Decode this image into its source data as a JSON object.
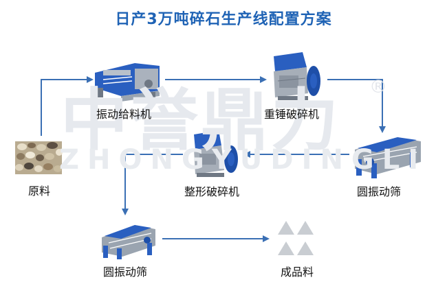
{
  "title": "日产3万吨碎石生产线配置方案",
  "watermark": {
    "cn": "中誉鼎力",
    "en": "ZHONGYUDINGLI",
    "mark": "®"
  },
  "nodes": {
    "raw": "原料",
    "feeder": "振动给料机",
    "hammer": "重锤破碎机",
    "screen1": "圆振动筛",
    "shaping": "整形破碎机",
    "screen2": "圆振动筛",
    "product": "成品料"
  },
  "colors": {
    "flow": "#3a6fb4",
    "title": "#1f63b5",
    "machine_blue": "#2a5fc0",
    "machine_gray": "#9aa4b0"
  }
}
